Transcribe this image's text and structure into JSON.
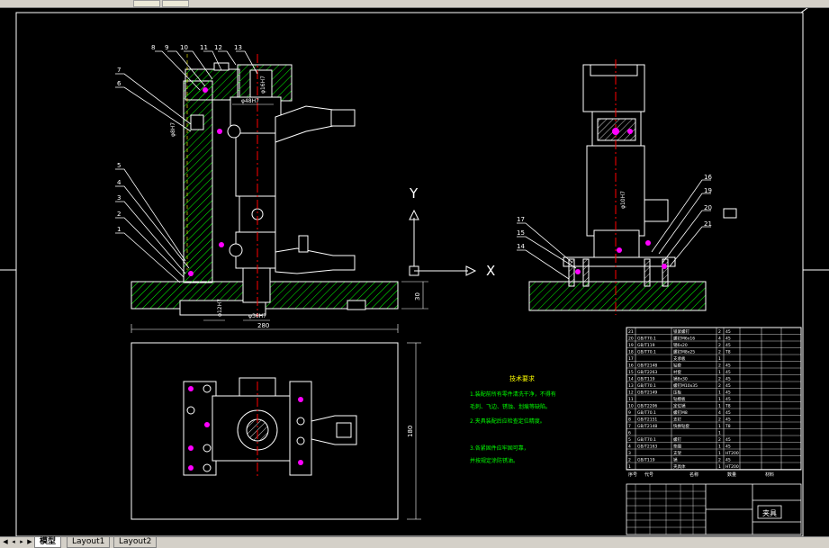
{
  "tabs": [
    "模型",
    "Layout1",
    "Layout2"
  ],
  "active_tab": 0,
  "part_callouts_front": [
    "8",
    "9",
    "10",
    "11",
    "12",
    "13",
    "7",
    "6",
    "5",
    "4",
    "3",
    "2",
    "1"
  ],
  "part_callouts_side": [
    "16",
    "19",
    "20",
    "21",
    "17",
    "15",
    "14"
  ],
  "dimensions": {
    "bore_top": "φ48H7",
    "bore_left": "φ8H7",
    "bore_mid": "φ16H7",
    "base_height": "30",
    "bottom_bore_a": "φ12H7",
    "bottom_bore_b": "φ36H7",
    "overall_width": "280",
    "overall_depth": "180",
    "side_dim": "φ10H7"
  },
  "ucs": {
    "y_label": "Y",
    "x_label": "X"
  },
  "notes_title": "技术要求",
  "notes": [
    "1.装配前所有零件清洗干净，不得有",
    "毛刺、飞边、锈蚀、划痕等缺陷。",
    "2.夹具装配后应检查定位精度。",
    "3.各紧固件应牢固可靠，",
    "并按规定涂防锈油。"
  ],
  "bom_rows": [
    {
      "no": "21",
      "code": "",
      "name": "锁紧螺钉",
      "qty": "2",
      "mat": "45"
    },
    {
      "no": "20",
      "code": "GB/T70.1",
      "name": "螺钉M6x16",
      "qty": "4",
      "mat": "45"
    },
    {
      "no": "19",
      "code": "GB/T119",
      "name": "销6x20",
      "qty": "2",
      "mat": "45"
    },
    {
      "no": "18",
      "code": "GB/T70.1",
      "name": "螺钉M8x25",
      "qty": "2",
      "mat": "T8"
    },
    {
      "no": "17",
      "code": "",
      "name": "支承板",
      "qty": "1",
      "mat": ""
    },
    {
      "no": "16",
      "code": "GB/T2148",
      "name": "钻套",
      "qty": "2",
      "mat": "45"
    },
    {
      "no": "15",
      "code": "GB/T2263",
      "name": "衬套",
      "qty": "1",
      "mat": "45"
    },
    {
      "no": "14",
      "code": "GB/T119",
      "name": "销8x30",
      "qty": "2",
      "mat": "45"
    },
    {
      "no": "13",
      "code": "GB/T70.1",
      "name": "螺钉M10x35",
      "qty": "2",
      "mat": "45"
    },
    {
      "no": "12",
      "code": "GB/T2149",
      "name": "压板",
      "qty": "1",
      "mat": "45"
    },
    {
      "no": "11",
      "code": "",
      "name": "钻模板",
      "qty": "1",
      "mat": "45"
    },
    {
      "no": "10",
      "code": "GB/T2206",
      "name": "定位销",
      "qty": "1",
      "mat": "T8"
    },
    {
      "no": "9",
      "code": "GB/T70.1",
      "name": "螺钉M8",
      "qty": "4",
      "mat": "45"
    },
    {
      "no": "8",
      "code": "GB/T2151",
      "name": "支钉",
      "qty": "2",
      "mat": "45"
    },
    {
      "no": "7",
      "code": "GB/T2148",
      "name": "快换钻套",
      "qty": "1",
      "mat": "T8"
    },
    {
      "no": "6",
      "code": "",
      "name": "",
      "qty": "1",
      "mat": ""
    },
    {
      "no": "5",
      "code": "GB/T70.1",
      "name": "螺钉",
      "qty": "2",
      "mat": "45"
    },
    {
      "no": "4",
      "code": "GB/T2163",
      "name": "垫圈",
      "qty": "1",
      "mat": "45"
    },
    {
      "no": "3",
      "code": "",
      "name": "支架",
      "qty": "1",
      "mat": "HT200"
    },
    {
      "no": "2",
      "code": "GB/T119",
      "name": "销",
      "qty": "2",
      "mat": "45"
    },
    {
      "no": "1",
      "code": "",
      "name": "夹具体",
      "qty": "1",
      "mat": "HT200"
    }
  ],
  "bom_header": {
    "no": "序号",
    "code": "代号",
    "name": "名称",
    "qty": "数量",
    "mat": "材料"
  },
  "title_block_name": "夹具",
  "colors": {
    "bg": "#000000",
    "line": "#ffffff",
    "yellow": "#ffff00",
    "cyan": "#00ffff",
    "green": "#00ff00",
    "red": "#ff0000",
    "magenta": "#ff00ff"
  }
}
